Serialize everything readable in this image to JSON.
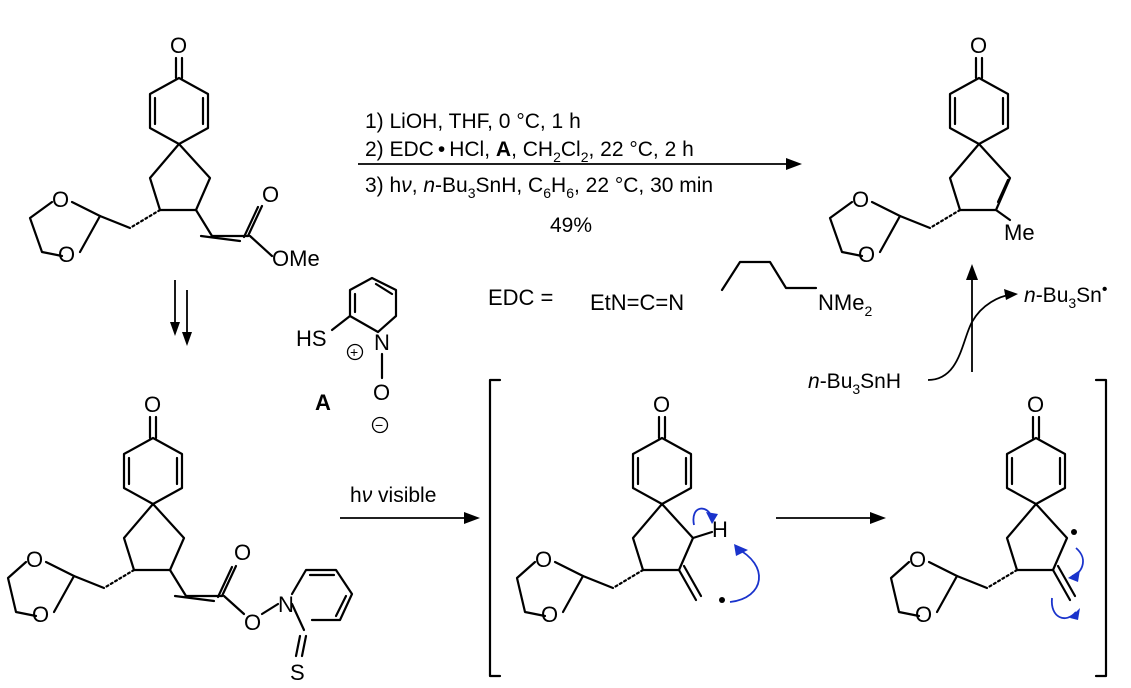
{
  "reagents": {
    "step1": "1) LiOH, THF, 0 °C, 1 h",
    "step2_a": "2) EDC",
    "step2_b": "HCl, ",
    "step2_c": "A",
    "step2_d": ", CH",
    "step2_e": "2",
    "step2_f": "Cl",
    "step2_g": "2",
    "step2_h": ", 22 °C, 2 h",
    "step3_a": "3) h",
    "step3_nu": "ν",
    "step3_b": ", ",
    "step3_n": "n",
    "step3_c": "-Bu",
    "step3_d": "3",
    "step3_e": "SnH, C",
    "step3_f": "6",
    "step3_g": "H",
    "step3_h": "6",
    "step3_i": ", 22 °C, 30 min",
    "yield": "49%"
  },
  "edc": {
    "eq": "EDC =",
    "left": "EtN=C=N",
    "right": "NMe",
    "right_sub": "2"
  },
  "reagent_a": {
    "hs": "HS",
    "n": "N",
    "o": "O",
    "label": "A",
    "plus": "+",
    "minus": "−"
  },
  "hv_visible": {
    "h": "h",
    "nu": "ν",
    "rest": " visible"
  },
  "tin_hydride": {
    "n": "n",
    "a": "-Bu",
    "sub": "3",
    "b": "SnH"
  },
  "tin_radical": {
    "n": "n",
    "a": "-Bu",
    "sub": "3",
    "b": "Sn",
    "dot": "•"
  },
  "atoms": {
    "O": "O",
    "H": "H",
    "N": "N",
    "S": "S",
    "OMe": "OMe",
    "Me": "Me"
  }
}
